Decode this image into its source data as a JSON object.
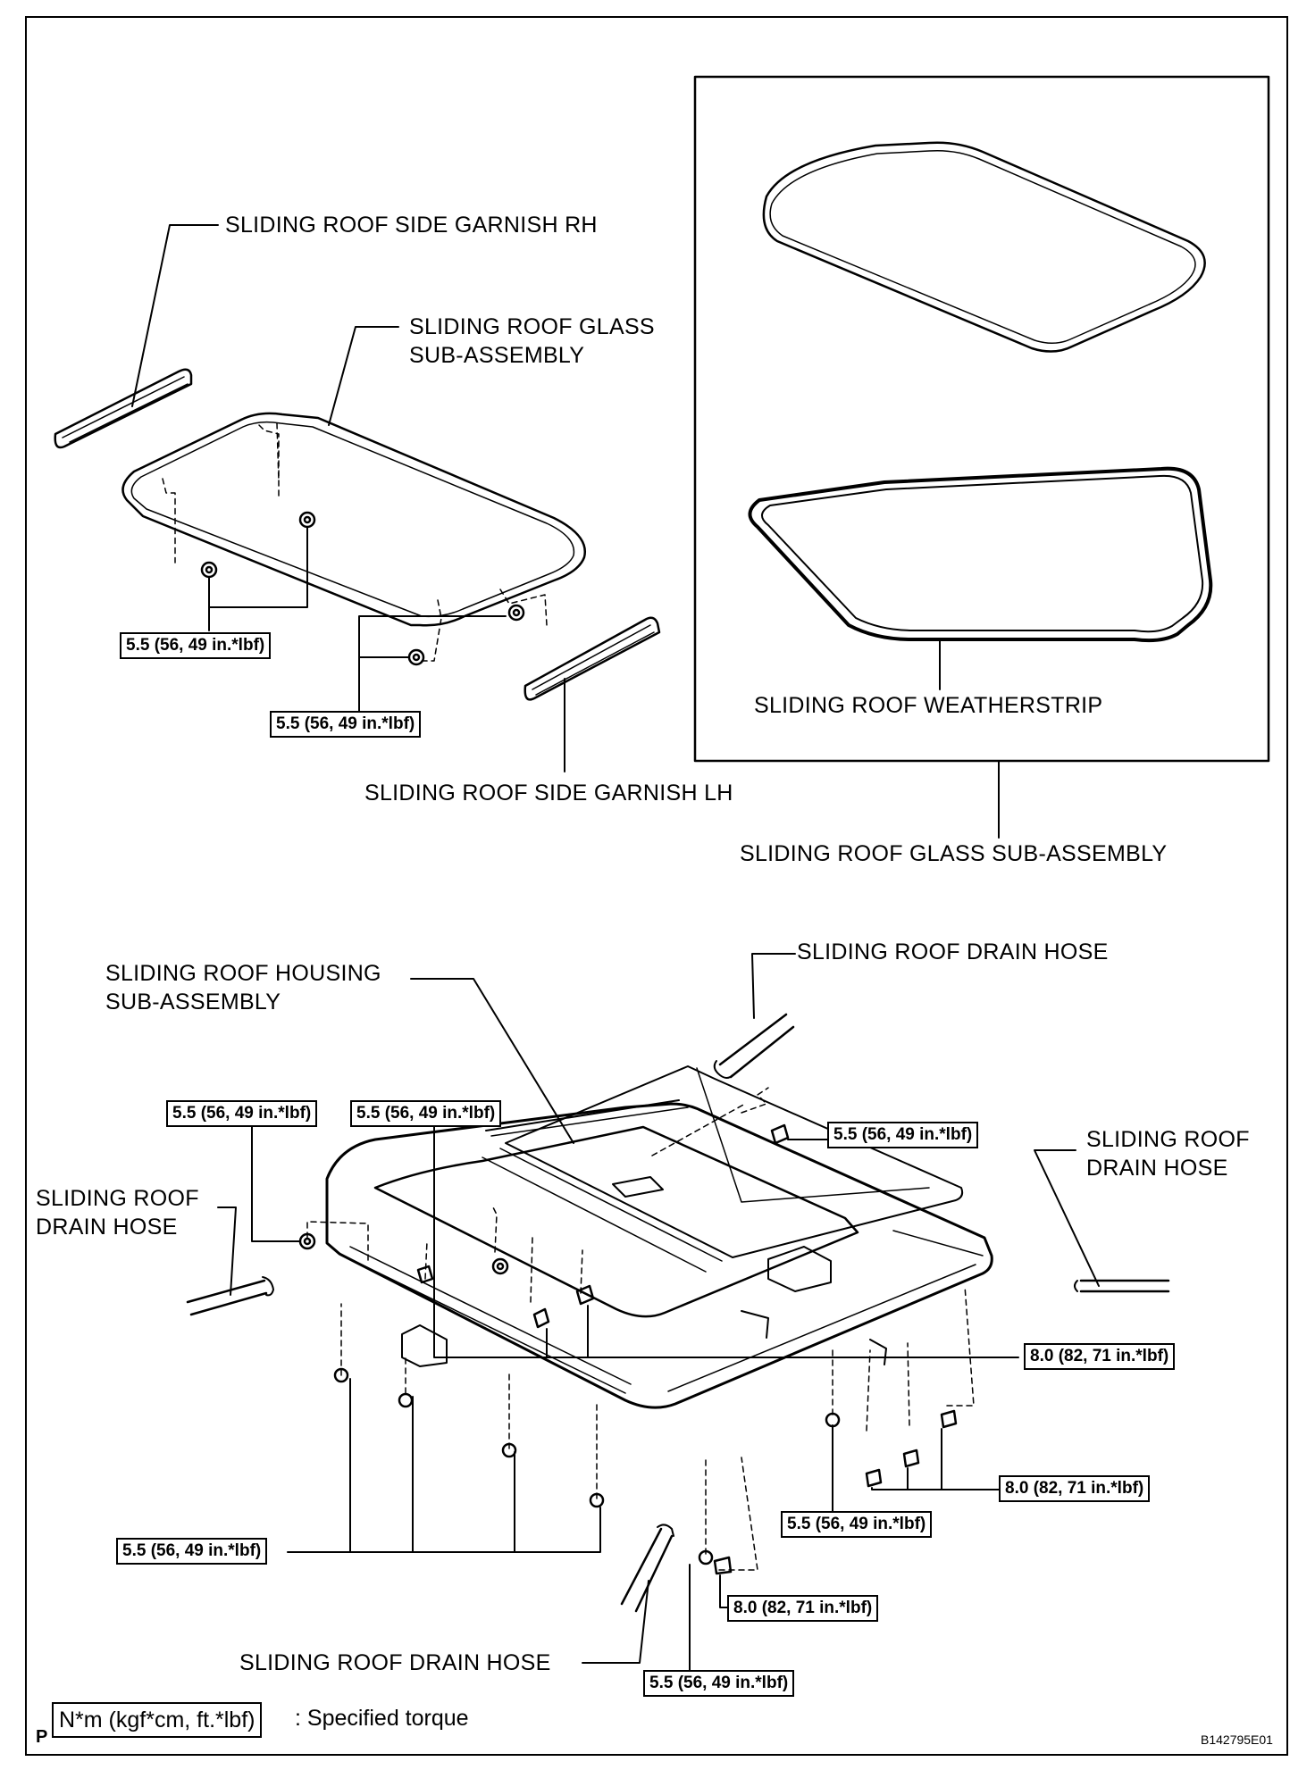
{
  "labels": {
    "side_garnish_rh": "SLIDING ROOF SIDE GARNISH RH",
    "glass_sub_assembly_line1": "SLIDING ROOF GLASS",
    "glass_sub_assembly_line2": "SUB-ASSEMBLY",
    "side_garnish_lh": "SLIDING ROOF SIDE GARNISH LH",
    "weatherstrip": "SLIDING ROOF WEATHERSTRIP",
    "glass_sub_assembly": "SLIDING ROOF GLASS SUB-ASSEMBLY",
    "housing_line1": "SLIDING ROOF HOUSING",
    "housing_line2": "SUB-ASSEMBLY",
    "drain_hose_top": "SLIDING ROOF DRAIN HOSE",
    "drain_hose_right_line1": "SLIDING ROOF",
    "drain_hose_right_line2": "DRAIN HOSE",
    "drain_hose_left_line1": "SLIDING ROOF",
    "drain_hose_left_line2": "DRAIN HOSE",
    "drain_hose_bottom": "SLIDING ROOF DRAIN HOSE"
  },
  "torque": {
    "t55": "5.5 (56, 49 in.*lbf)",
    "t80": "8.0 (82, 71 in.*lbf)"
  },
  "legend": {
    "unit_box": "N*m (kgf*cm, ft.*lbf)",
    "text": ": Specified torque"
  },
  "corner": {
    "page_letter": "P",
    "figure_id": "B142795E01"
  }
}
